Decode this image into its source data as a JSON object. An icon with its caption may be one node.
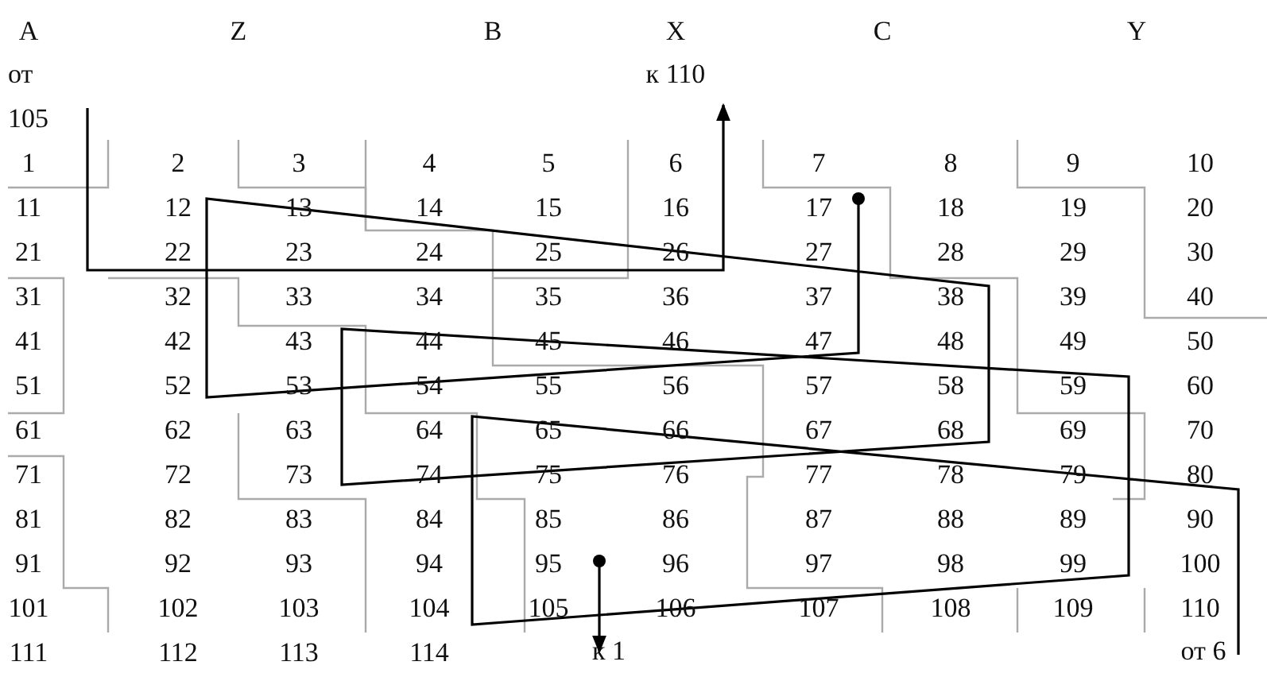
{
  "diagram": {
    "labels": [
      "A",
      "Z",
      "B",
      "X",
      "C",
      "Y",
      "от 105",
      "к 110",
      "1",
      "2",
      "3",
      "4",
      "5",
      "6",
      "7",
      "8",
      "9",
      "10",
      "11",
      "12",
      "13",
      "14",
      "15",
      "16",
      "17",
      "18",
      "19",
      "20",
      "21",
      "22",
      "23",
      "24",
      "25",
      "26",
      "27",
      "28",
      "29",
      "30",
      "31",
      "32",
      "33",
      "34",
      "35",
      "36",
      "37",
      "38",
      "39",
      "40",
      "41",
      "42",
      "43",
      "44",
      "45",
      "46",
      "47",
      "48",
      "49",
      "50",
      "51",
      "52",
      "53",
      "54",
      "55",
      "56",
      "57",
      "58",
      "59",
      "60",
      "61",
      "62",
      "63",
      "64",
      "65",
      "66",
      "67",
      "68",
      "69",
      "70",
      "71",
      "72",
      "73",
      "74",
      "75",
      "76",
      "77",
      "78",
      "79",
      "80",
      "81",
      "82",
      "83",
      "84",
      "85",
      "86",
      "87",
      "88",
      "89",
      "90",
      "91",
      "92",
      "93",
      "94",
      "95",
      "96",
      "97",
      "98",
      "99",
      "100",
      "101",
      "102",
      "103",
      "104",
      "105",
      "106",
      "107",
      "108",
      "109",
      "110",
      "111",
      "112",
      "113",
      "114",
      "к 1",
      "от 6"
    ]
  }
}
